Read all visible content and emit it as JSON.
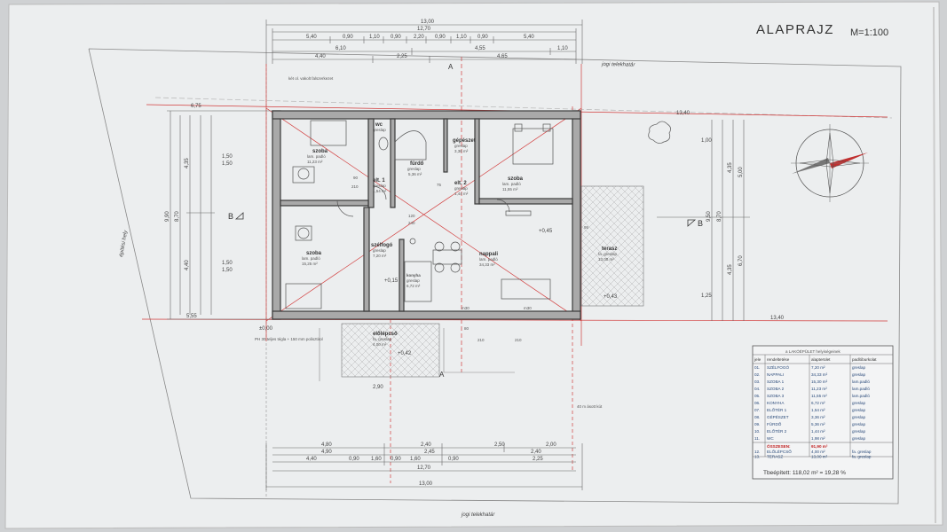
{
  "title": "ALAPRAJZ",
  "scale": "M=1:100",
  "boundary_labels": {
    "top": "jogi telekhatár",
    "bottom": "jogi telekhatár",
    "left": "építési hely"
  },
  "section_marks": [
    "B",
    "B",
    "A",
    "A"
  ],
  "dimensions": {
    "top_rows": [
      [
        "13,00"
      ],
      [
        "12,70"
      ],
      [
        "5,40",
        "0,90",
        "1,10",
        "0,90",
        "2,20",
        "0,90",
        "1,10",
        "0,90",
        "5,40"
      ],
      [
        "6,10",
        "4,55",
        "1,10"
      ],
      [
        "4,40",
        "2,25",
        "4,65"
      ]
    ],
    "bottom_rows": [
      [
        "4,80",
        "2,40",
        "2,50",
        "2,00"
      ],
      [
        "4,90",
        "2,45",
        "2,40"
      ],
      [
        "4,40",
        "0,90",
        "1,60",
        "0,90",
        "1,60",
        "0,90",
        "2,25"
      ],
      [
        "12,70"
      ],
      [
        "13,00"
      ]
    ],
    "left": [
      "9,90",
      "8,70",
      "4,35",
      "4,40",
      "1,50",
      "1,50",
      "1,50",
      "1,50"
    ],
    "right": [
      "9,50",
      "8,70",
      "4,35",
      "4,35",
      "5,00",
      "6,70",
      "1,00",
      "1,25"
    ],
    "site": [
      "6,75",
      "13,40",
      "5,55",
      "13,40",
      "2,90"
    ]
  },
  "rooms": [
    {
      "id": "szoba1",
      "name": "szoba",
      "floor": "lam. padló",
      "area": "11,23 m²"
    },
    {
      "id": "wc",
      "name": "wc",
      "floor": "greslap",
      "area": ""
    },
    {
      "id": "furdo",
      "name": "fürdő",
      "floor": "greslap",
      "area": "5,36 m²"
    },
    {
      "id": "gepeszet",
      "name": "gépészet",
      "floor": "greslap",
      "area": "3,36 m²"
    },
    {
      "id": "eloter1",
      "name": "elt. 1",
      "floor": "greslap",
      "area": "1,54 m²"
    },
    {
      "id": "eloter2",
      "name": "elt. 2",
      "floor": "greslap",
      "area": "1,44 m²"
    },
    {
      "id": "szoba2",
      "name": "szoba",
      "floor": "lam. padló",
      "area": "11,55 m²"
    },
    {
      "id": "szoba3",
      "name": "szoba",
      "floor": "lam. padló",
      "area": "15,25 m²"
    },
    {
      "id": "szelfogo",
      "name": "szélfogó",
      "floor": "greslap",
      "area": "7,20 m²"
    },
    {
      "id": "konyha",
      "name": "konyha",
      "floor": "greslap",
      "area": "6,72 m²"
    },
    {
      "id": "nappali",
      "name": "nappali",
      "floor": "lam. padló",
      "area": "34,33 m²"
    },
    {
      "id": "terasz",
      "name": "terasz",
      "floor": "fa. greslap",
      "area": "13,00 m²"
    },
    {
      "id": "eloleps",
      "name": "előlépcső",
      "floor": "fa. greslap",
      "area": "4,00 m²"
    }
  ],
  "levels": [
    "±0,00",
    "+0,45",
    "+0,43",
    "+0,42",
    "+0,15"
  ],
  "opening_codes": [
    "90",
    "210",
    "75",
    "120",
    "240",
    "95",
    "m30",
    "m30",
    "80",
    "210",
    "210"
  ],
  "notes": [
    "PH 30 teljes tégla + 150 mm polisztirol",
    "két ol. vakolt falszerkezet",
    "40 m ásott kút"
  ],
  "table": {
    "heading": "a LAKÓÉPÜLET helyiségeinek",
    "columns": [
      "jele",
      "rendeltetése",
      "alapterület",
      "padlóburkolat"
    ],
    "rows": [
      [
        "01.",
        "SZÉLFOGÓ",
        "7,20 m²",
        "greslap"
      ],
      [
        "02.",
        "NAPPALI",
        "34,33 m²",
        "greslap"
      ],
      [
        "03.",
        "SZOBA 1",
        "15,30 m²",
        "lam.padló"
      ],
      [
        "04.",
        "SZOBA 2",
        "11,23 m²",
        "lam.padló"
      ],
      [
        "05.",
        "SZOBA 3",
        "11,55 m²",
        "lam.padló"
      ],
      [
        "06.",
        "KONYHA",
        "6,72 m²",
        "greslap"
      ],
      [
        "07.",
        "ELŐTÉR 1",
        "1,54 m²",
        "greslap"
      ],
      [
        "08.",
        "GÉPÉSZET",
        "3,36 m²",
        "greslap"
      ],
      [
        "09.",
        "FÜRDŐ",
        "5,36 m²",
        "greslap"
      ],
      [
        "10.",
        "ELŐTÉR 2",
        "1,44 m²",
        "greslap"
      ],
      [
        "11.",
        "WC",
        "1,98 m²",
        "greslap"
      ]
    ],
    "total": [
      "",
      "ÖSSZESEN:",
      "91,90 m²",
      ""
    ],
    "extra_rows": [
      [
        "12.",
        "ELŐLÉPCSŐ",
        "4,00 m²",
        "fa. greslap"
      ],
      [
        "13.",
        "TERASZ",
        "13,00 m²",
        "fa. greslap"
      ]
    ],
    "built_label": "Tbeépített: 118,02 m² = 19,28 %"
  },
  "colors": {
    "paper": "#eceeef",
    "wall": "#3a3a3a",
    "wall_fill": "#a9a9a9",
    "red_line": "#d23c3c",
    "red_text": "#c02020",
    "blue_text": "#3a5a8a"
  },
  "icons": [
    "north-arrow-icon",
    "tree-icon"
  ]
}
